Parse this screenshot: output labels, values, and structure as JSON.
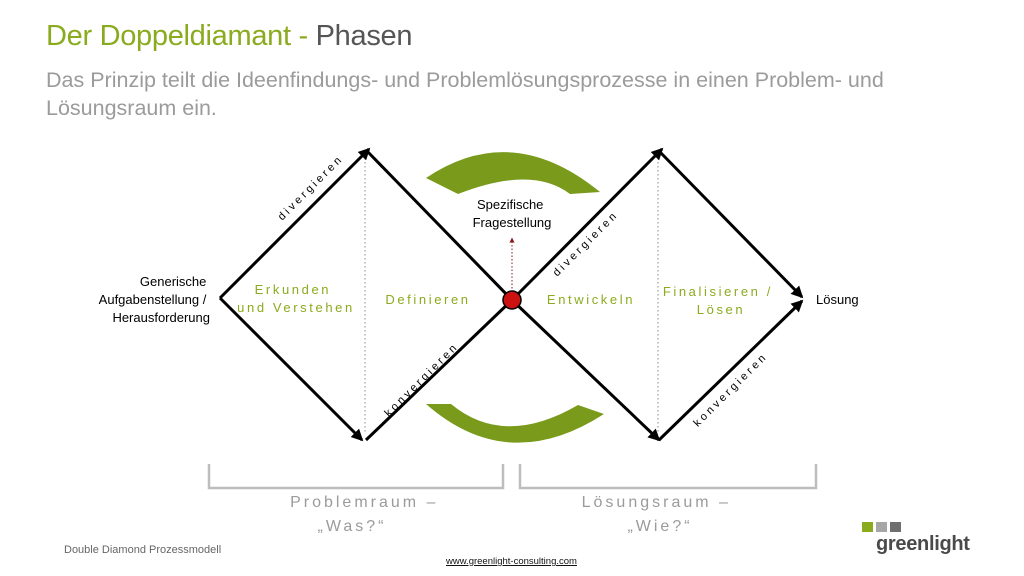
{
  "header": {
    "title_accent": "Der Doppeldiamant -",
    "title_rest": " Phasen",
    "subtitle": "Das Prinzip teilt die Ideenfindungs- und Problemlösungsprozesse in einen Problem- und Lösungsraum ein."
  },
  "diagram": {
    "start_label": [
      "Generische",
      "Aufgabenstellung /",
      "Herausforderung"
    ],
    "end_label": "Lösung",
    "center_label": [
      "Spezifische",
      "Fragestellung"
    ],
    "phases": {
      "explore": [
        "Erkunden",
        "und Verstehen"
      ],
      "define": "Definieren",
      "develop": "Entwickeln",
      "finalize": [
        "Finalisieren /",
        "Lösen"
      ]
    },
    "edges": {
      "diverge": "divergieren",
      "converge": "konvergieren"
    },
    "spaces": {
      "problem": [
        "Problemraum –",
        "„Was?“"
      ],
      "solution": [
        "Lösungsraum –",
        "„Wie?“"
      ]
    }
  },
  "footer": {
    "left": "Double Diamond Prozessmodell",
    "url": "www.greenlight-consulting.com"
  },
  "logo": {
    "text": "greenlight"
  },
  "colors": {
    "accent": "#8aab1e",
    "arc": "#7a9a1c",
    "center_dot": "#cc1111",
    "text_gray": "#9b9b9b",
    "bracket": "#bdbdbd",
    "logo_sq1": "#8aab1e",
    "logo_sq2": "#a6a6a6",
    "logo_sq3": "#6f6f6f"
  }
}
